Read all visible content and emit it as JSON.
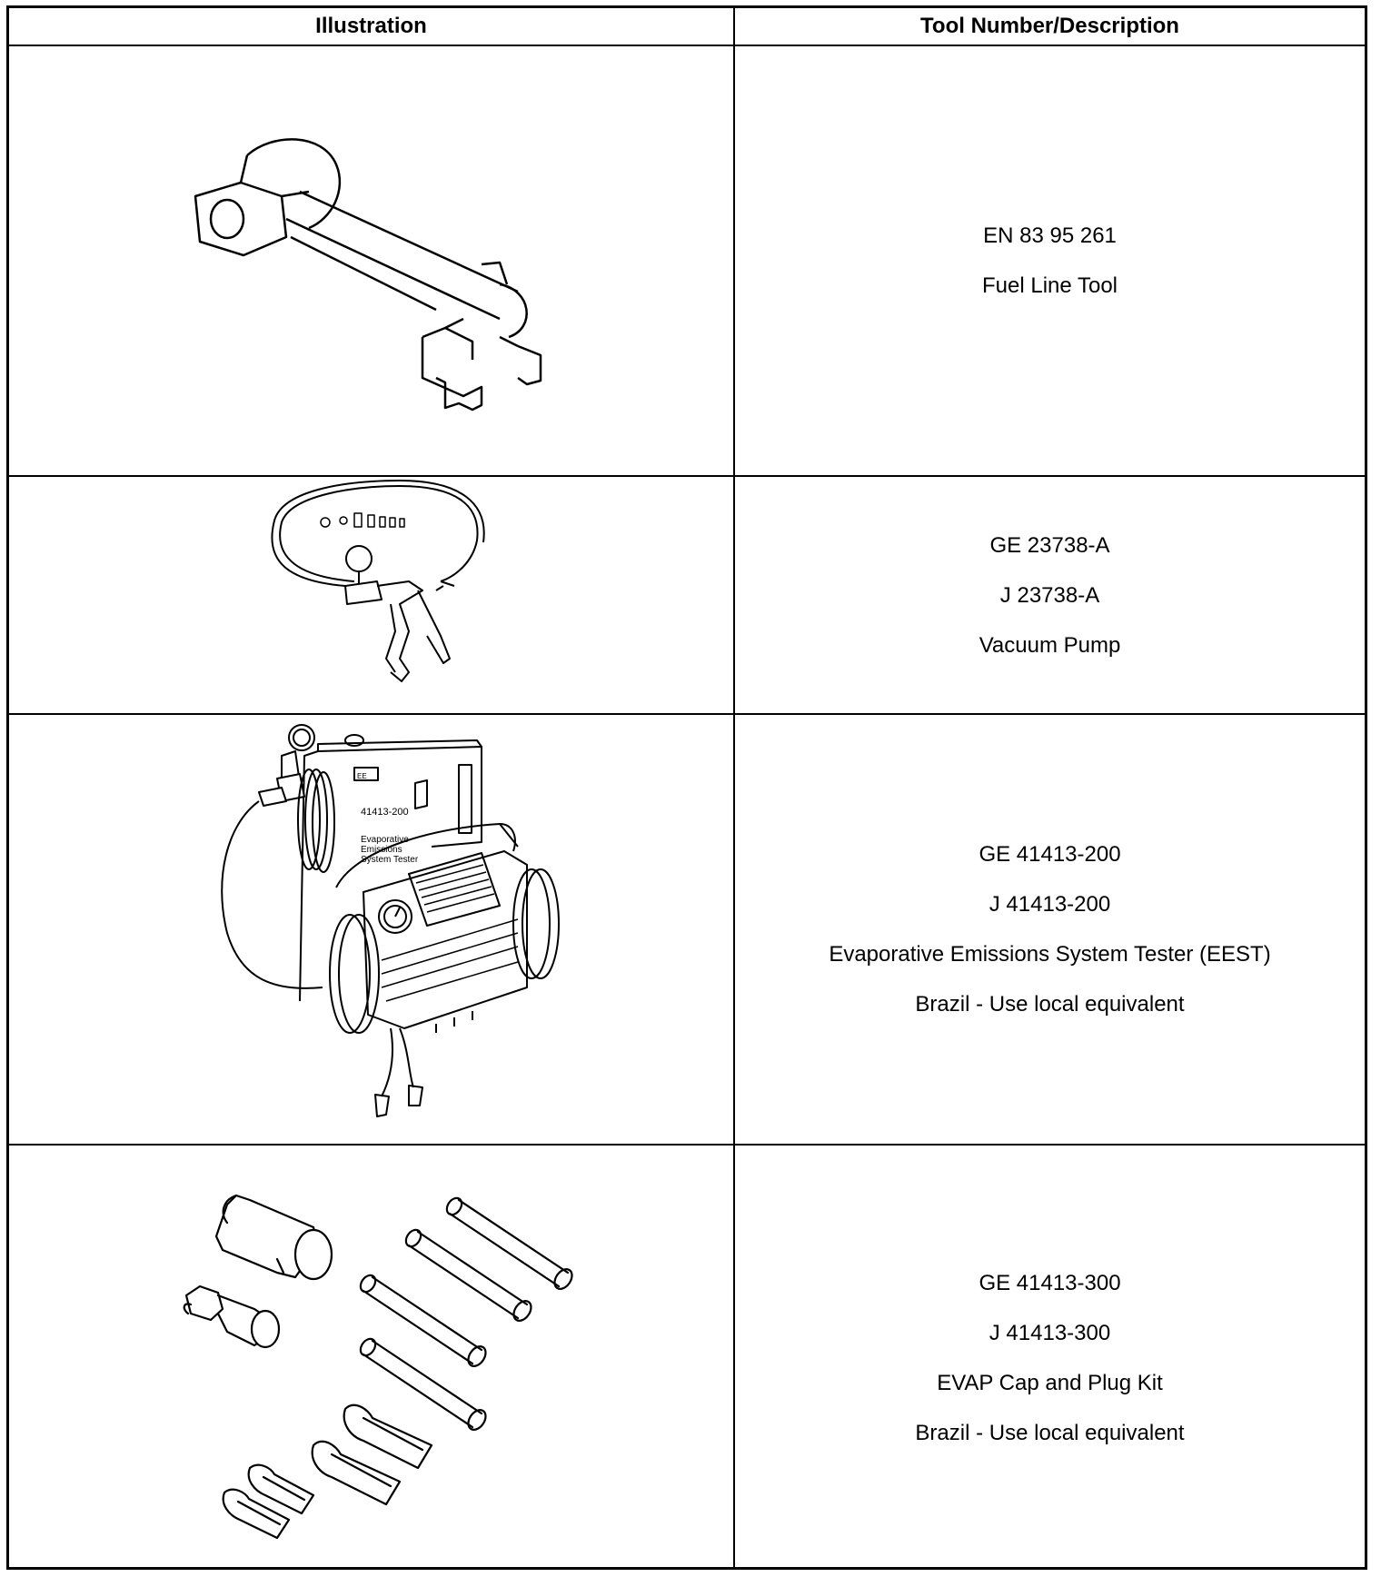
{
  "table": {
    "headers": {
      "illustration": "Illustration",
      "tool": "Tool Number/Description"
    },
    "rows": [
      {
        "illustration_icon": "fuel-line-tool-drawing",
        "lines": [
          "EN 83 95 261",
          "Fuel Line Tool"
        ]
      },
      {
        "illustration_icon": "vacuum-pump-drawing",
        "lines": [
          "GE 23738-A",
          "J 23738-A",
          "Vacuum Pump"
        ]
      },
      {
        "illustration_icon": "evap-tester-drawing",
        "lines": [
          "GE 41413-200",
          "J 41413-200",
          "Evaporative Emissions System Tester (EEST)",
          "Brazil - Use local equivalent"
        ],
        "device_text": [
          "41413-200",
          "Evaporative",
          "Emissions",
          "System Tester"
        ]
      },
      {
        "illustration_icon": "cap-plug-kit-drawing",
        "lines": [
          "GE 41413-300",
          "J 41413-300",
          "EVAP Cap and Plug Kit",
          "Brazil - Use local equivalent"
        ]
      }
    ]
  }
}
